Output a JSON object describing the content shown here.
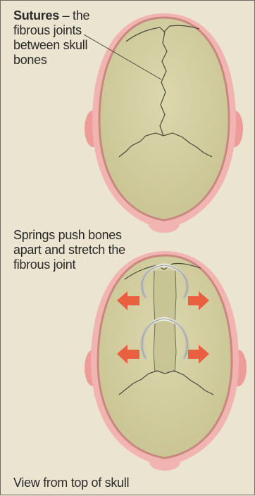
{
  "top_caption": {
    "bold": "Sutures",
    "rest": " – the fibrous joints between skull bones"
  },
  "middle_caption": "Springs push bones apart and stretch the fibrous joint",
  "bottom_caption": "View from top of skull",
  "colors": {
    "skull": "#d7d3a4",
    "skin": "#f0a7a5",
    "arrow": "#e8603f",
    "suture": "#4a4a3a",
    "spring": "#d9d9d0"
  }
}
